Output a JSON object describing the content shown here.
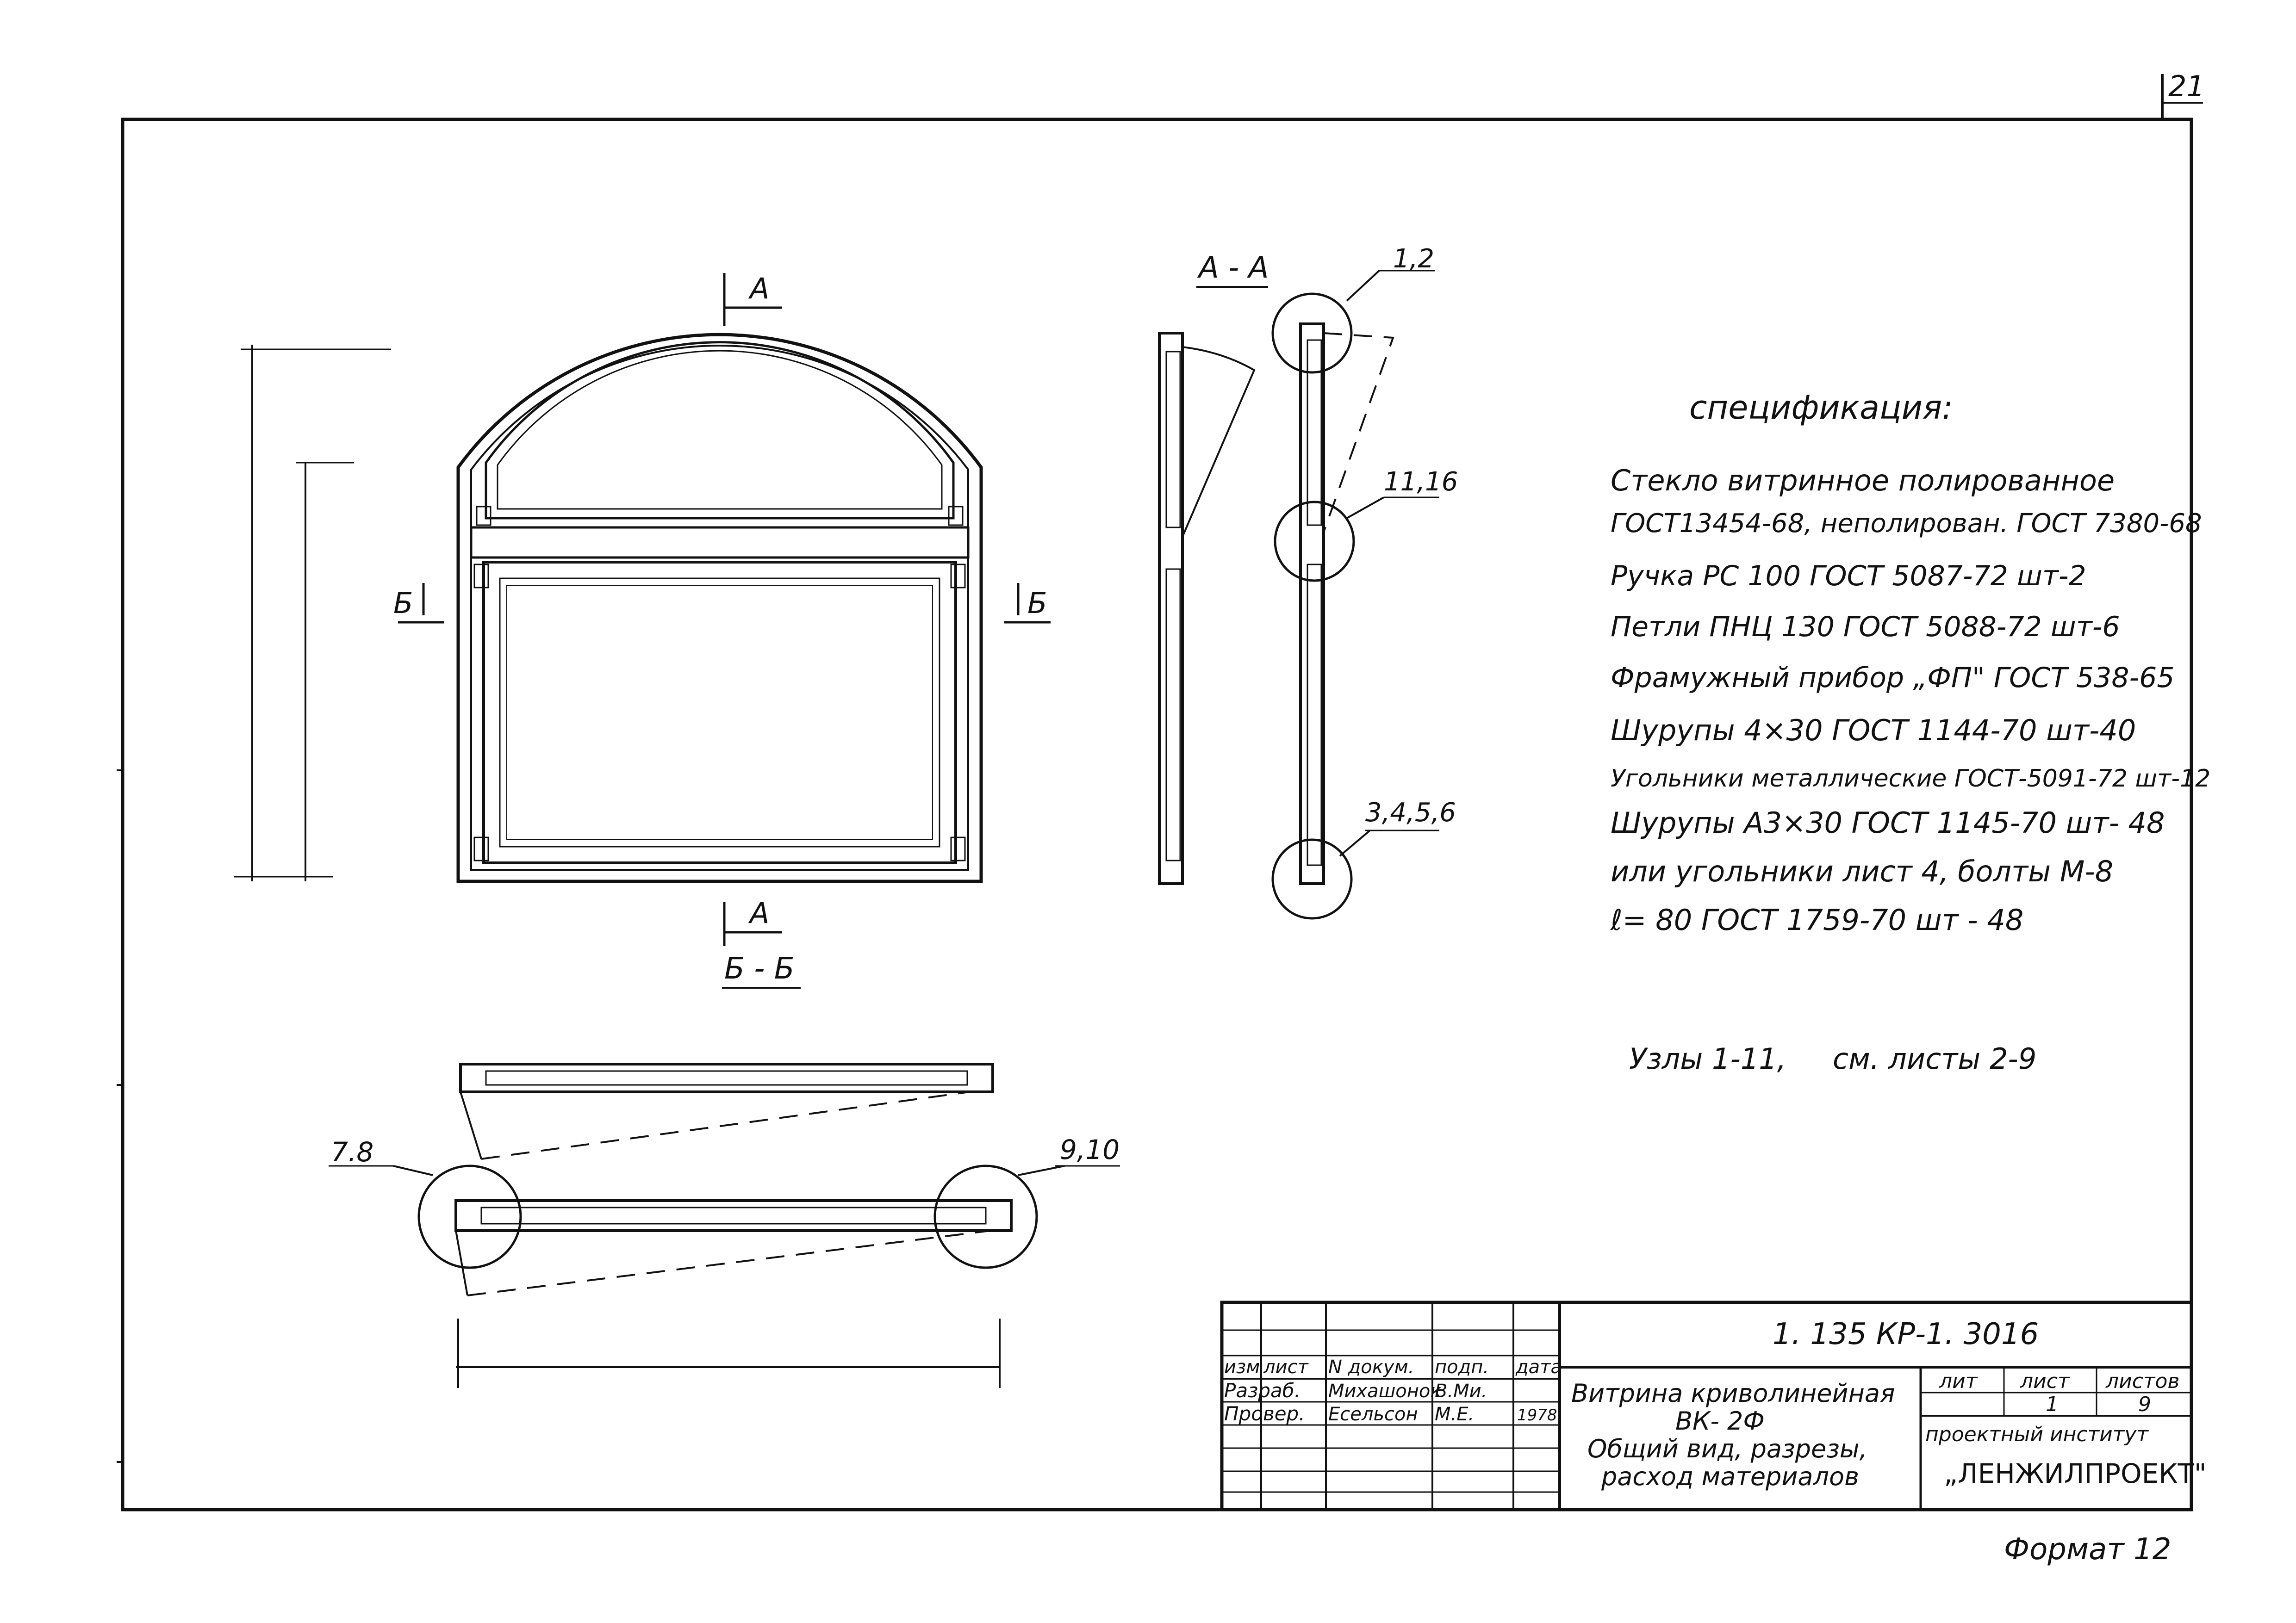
{
  "sheet": {
    "page_number": "21",
    "format": "Формат 12"
  },
  "views": {
    "section_aa_title": "А - А",
    "section_bb_title": "Б - Б",
    "cut_mark_a": "А",
    "cut_mark_b": "Б",
    "node_1_2": "1,2",
    "node_11_16": "11,16",
    "node_3_6": "3,4,5,6",
    "node_7_8": "7.8",
    "node_9_10": "9,10"
  },
  "specification": {
    "title": "спецификация:",
    "lines": [
      "Стекло витринное полированное",
      "ГОСТ13454-68, неполирован. ГОСТ 7380-68",
      "Ручка  РС 100  ГОСТ 5087-72      шт-2",
      "Петли ПНЦ 130 ГОСТ 5088-72      шт-6",
      "Фрамужный прибор „ФП\" ГОСТ 538-65",
      "Шурупы  4×30 ГОСТ 1144-70  шт-40",
      "Угольники металлические ГОСТ-5091-72 шт-12",
      "Шурупы  А3×30  ГОСТ  1145-70  шт- 48",
      "или угольники  лист 4, болты  М-8",
      "ℓ= 80   ГОСТ      1759-70       шт - 48"
    ],
    "nodes_note": "Узлы 1-11,",
    "nodes_ref": "см. листы  2-9"
  },
  "title_block": {
    "doc_code": "1. 135  КР-1. 3016",
    "headers": [
      "изм",
      "лист",
      "N докум.",
      "подп.",
      "дата"
    ],
    "rows": [
      {
        "role": "Разраб.",
        "name": "Михашонок",
        "sign": "В.Ми.",
        "date": ""
      },
      {
        "role": "Провер.",
        "name": "Есельсон",
        "sign": "М.Е.",
        "date": "1978"
      }
    ],
    "object_name": [
      "Витрина  криволинейная",
      "ВК- 2Ф",
      "Общий  вид,  разрезы,",
      "расход  материалов"
    ],
    "stage_label": "лит",
    "sheet_label": "лист",
    "sheets_label": "листов",
    "sheet_value": "1",
    "sheets_value": "9",
    "org_line1": "проектный институт",
    "org_line2": "„ЛЕНЖИЛПРОЕКТ\""
  }
}
